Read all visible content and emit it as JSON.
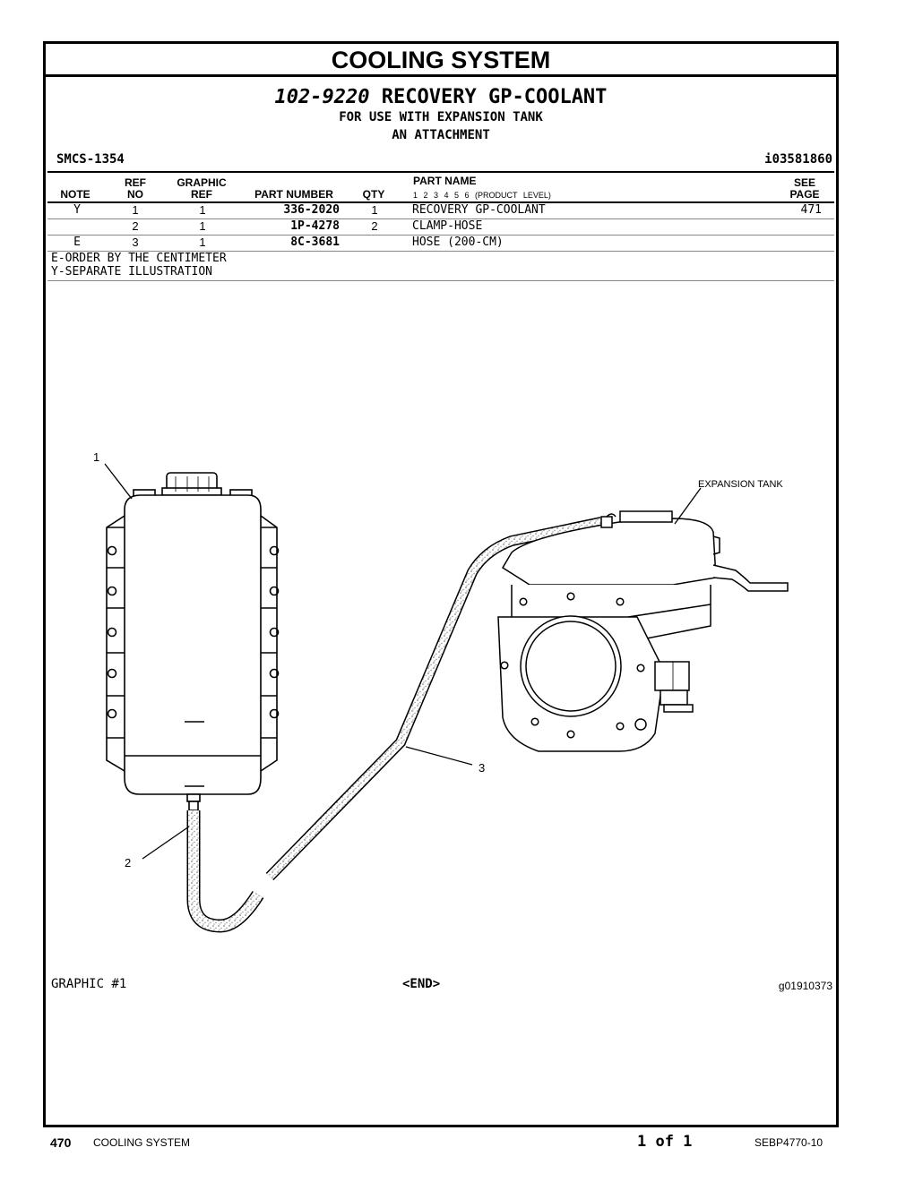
{
  "header": {
    "section_title": "COOLING SYSTEM",
    "group_number": "102-9220",
    "group_name": "RECOVERY GP-COOLANT",
    "usage_line1": "FOR USE WITH EXPANSION TANK",
    "usage_line2": "AN ATTACHMENT",
    "smcs": "SMCS-1354",
    "doc_id": "i03581860"
  },
  "table": {
    "col_note": "NOTE",
    "col_ref_top": "REF",
    "col_ref_bottom": "NO",
    "col_graphic_top": "GRAPHIC",
    "col_graphic_bottom": "REF",
    "col_part_number": "PART NUMBER",
    "col_qty": "QTY",
    "col_part_name": "PART NAME",
    "col_levels": "1 2 3 4 5 6 (PRODUCT LEVEL)",
    "col_see_top": "SEE",
    "col_see_bottom": "PAGE",
    "rows": [
      {
        "note": "Y",
        "ref": "1",
        "graphic": "1",
        "part_number": "336-2020",
        "qty": "1",
        "name": "RECOVERY GP-COOLANT",
        "see": "471"
      },
      {
        "note": "",
        "ref": "2",
        "graphic": "1",
        "part_number": "1P-4278",
        "qty": "2",
        "name": "CLAMP-HOSE",
        "see": ""
      },
      {
        "note": "E",
        "ref": "3",
        "graphic": "1",
        "part_number": "8C-3681",
        "qty": "",
        "name": "HOSE (200-CM)",
        "see": ""
      }
    ]
  },
  "notes": {
    "line1": "E-ORDER BY THE CENTIMETER",
    "line2": "Y-SEPARATE ILLUSTRATION"
  },
  "illustration": {
    "callout_1": "1",
    "callout_2": "2",
    "callout_3": "3",
    "label_expansion_tank": "EXPANSION TANK",
    "graphic_label": "GRAPHIC #1",
    "end_marker": "<END>",
    "graphic_id": "g01910373"
  },
  "footer": {
    "page_number": "470",
    "section": "COOLING SYSTEM",
    "page_of": "1 of 1",
    "publication": "SEBP4770-10"
  }
}
